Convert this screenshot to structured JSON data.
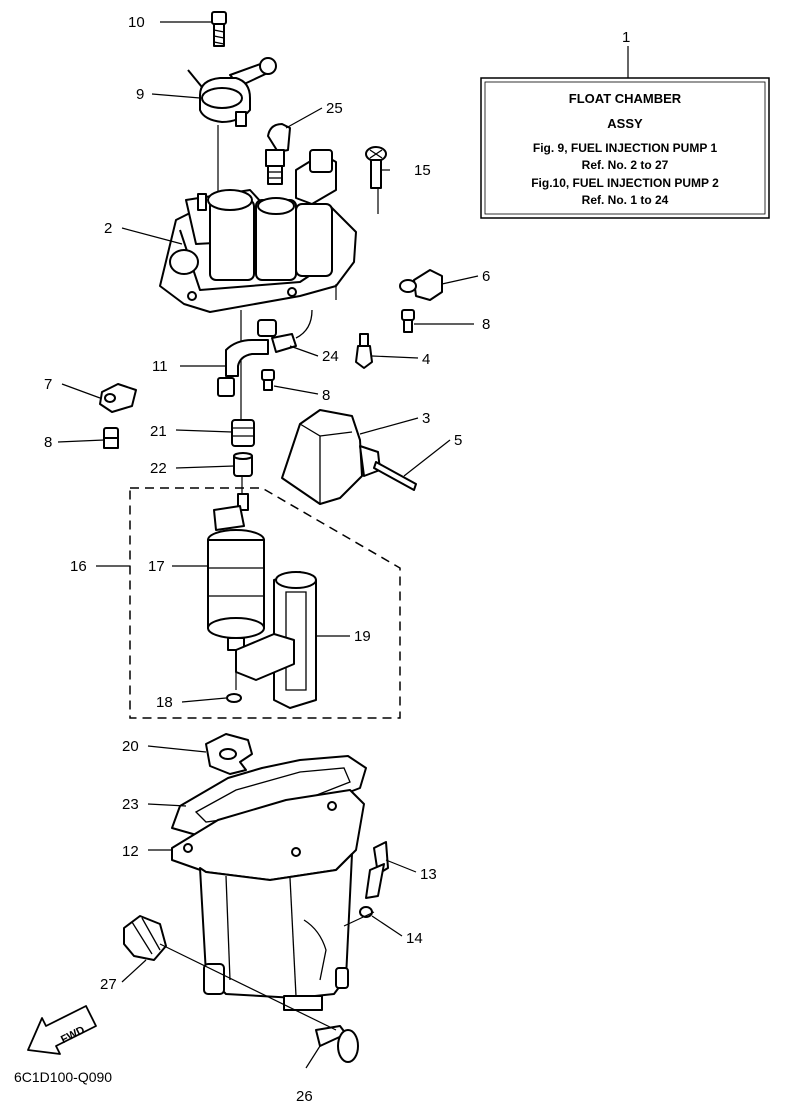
{
  "info_box": {
    "ref": "1",
    "title": "FLOAT CHAMBER",
    "subtitle": "ASSY",
    "line1": "Fig.  9, FUEL INJECTION PUMP 1",
    "line2": "Ref. No. 2 to 27",
    "line3": "Fig.10, FUEL INJECTION PUMP 2",
    "line4": "Ref. No. 1 to 24"
  },
  "callouts": {
    "c10": "10",
    "c9": "9",
    "c25": "25",
    "c15": "15",
    "c2": "2",
    "c6": "6",
    "c8a": "8",
    "c4": "4",
    "c24": "24",
    "c11": "11",
    "c8b": "8",
    "c7": "7",
    "c8c": "8",
    "c3": "3",
    "c5": "5",
    "c21": "21",
    "c22": "22",
    "c16": "16",
    "c17": "17",
    "c19": "19",
    "c18": "18",
    "c20": "20",
    "c23": "23",
    "c12": "12",
    "c13": "13",
    "c14": "14",
    "c27": "27",
    "c26": "26"
  },
  "fwd_label": "FWD",
  "diagram_code": "6C1D100-Q090",
  "icons": {
    "fwd_arrow": "fwd-arrow-icon"
  }
}
